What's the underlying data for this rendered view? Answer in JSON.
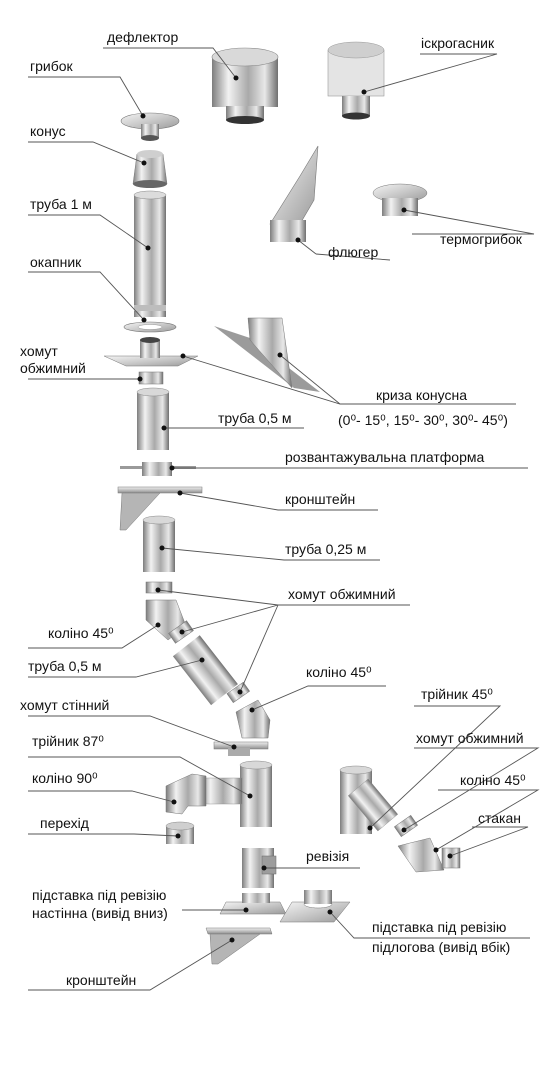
{
  "labels": {
    "deflector": "дефлектор",
    "spark_arrester": "іскрогасник",
    "mushroom_cap": "грибок",
    "cone": "конус",
    "pipe_1m": "труба 1 м",
    "drip_ring": "окапник",
    "clamp_top_line1": "хомут",
    "clamp_top_line2": "обжимний",
    "weathervane": "флюгер",
    "thermo_cap": "термогрибок",
    "cone_flashing": "криза конусна",
    "cone_flashing_angles": "(0⁰- 15⁰, 15⁰- 30⁰, 30⁰- 45⁰)",
    "pipe_05m_a": "труба 0,5 м",
    "unloading_platform": "розвантажувальна платформа",
    "bracket_top": "кронштейн",
    "pipe_025m": "труба 0,25 м",
    "clamp_middle": "хомут обжимний",
    "elbow_45_a": "коліно 45⁰",
    "pipe_05m_b": "труба 0,5 м",
    "elbow_45_b": "коліно 45⁰",
    "wall_clamp": "хомут стінний",
    "tee_45": "трійник 45⁰",
    "tee_87": "трійник 87⁰",
    "clamp_right": "хомут обжимний",
    "elbow_90": "коліно 90⁰",
    "elbow_45_c": "коліно 45⁰",
    "adapter": "перехід",
    "cup": "стакан",
    "inspection": "ревізія",
    "inspection_base_wall_line1": "підставка під ревізію",
    "inspection_base_wall_line2": "настінна (вивід вниз)",
    "inspection_base_floor_line1": "підставка під ревізію",
    "inspection_base_floor_line2": "підлогова (вивід вбік)",
    "bracket_bottom": "кронштейн"
  },
  "colors": {
    "metal_light": "#e6e6e6",
    "metal_dark": "#8a8a8a",
    "leader_line": "#444444",
    "dot": "#111111"
  }
}
